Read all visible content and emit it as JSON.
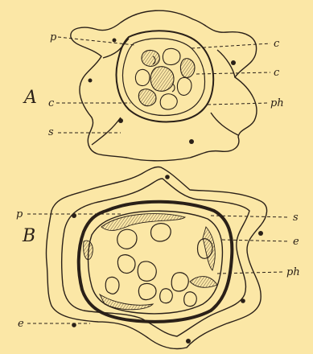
{
  "figure": {
    "panel_a": {
      "letter": "A",
      "labels": {
        "p": "p",
        "s": "s",
        "c_left": "c",
        "c_top": "c",
        "c_mid": "c",
        "ph": "ph"
      }
    },
    "panel_b": {
      "letter": "B",
      "labels": {
        "p": "p",
        "e_left": "e",
        "s": "s",
        "e_right": "e",
        "ph": "ph"
      }
    }
  }
}
